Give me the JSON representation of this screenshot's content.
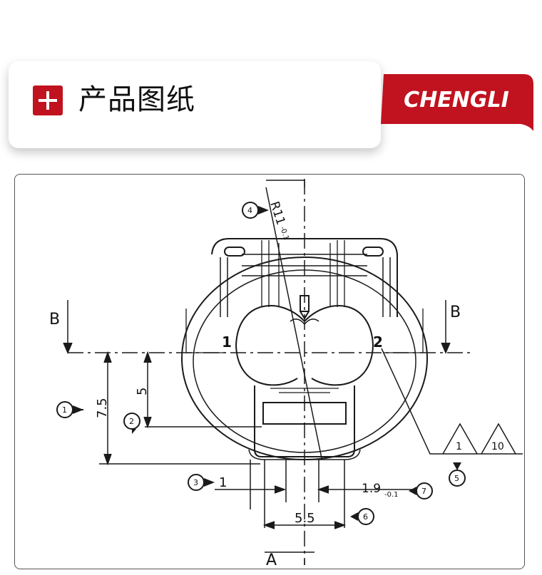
{
  "header": {
    "title": "产品图纸",
    "plus_icon": "plus-icon",
    "accent_color": "#c1121f"
  },
  "brand": {
    "logo_text": "CHENGLI",
    "color": "#c1121f"
  },
  "drawing": {
    "section_markers": [
      "B",
      "B",
      "A"
    ],
    "radius_label": "R11",
    "radius_tolerance": "-0.1",
    "pin_numbers": [
      "1",
      "2"
    ],
    "dimensions": {
      "height_total": "7.5",
      "height_partial": "5",
      "offset": "1",
      "pin_width": "1.9",
      "pin_width_tolerance": "-0.1",
      "width": "5.5"
    },
    "callouts": [
      "1",
      "2",
      "3",
      "4",
      "5",
      "6",
      "7"
    ],
    "symbols": [
      "1",
      "10"
    ]
  }
}
